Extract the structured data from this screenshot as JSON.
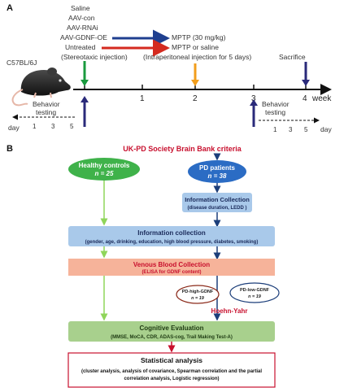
{
  "panel_a": {
    "label": "A",
    "strain": "C57BL/6J",
    "treatments": [
      "Saline",
      "AAV-con",
      "AAV-RNAi",
      "AAV-GDNF-OE",
      "Untreated"
    ],
    "stereotaxic": "(Stereotaxic injection)",
    "mptp": "MPTP (30 mg/kg)",
    "mptp_or_saline": "MPTP or saline",
    "intraperitoneal": "(Intraperitoneal injection for 5 days)",
    "sacrifice": "Sacrifice",
    "weeks": [
      "1",
      "2",
      "3",
      "4"
    ],
    "week_unit": "week",
    "behavior_testing_line1": "Behavior",
    "behavior_testing_line2": "testing",
    "day_label": "day",
    "day_ticks": [
      "1",
      "3",
      "5"
    ],
    "colors": {
      "green": "#1a9a3e",
      "blue": "#1f3f8f",
      "red": "#d42a1f",
      "orange": "#f29e1c",
      "navy": "#2a2a7a"
    }
  },
  "panel_b": {
    "label": "B",
    "criteria": "UK-PD Society Brain Bank criteria",
    "healthy_controls": "Healthy controls",
    "healthy_n": "n = 25",
    "pd_patients": "PD patients",
    "pd_n": "n = 38",
    "info_collection_1_title": "Information Collection",
    "info_collection_1_sub": "(disease duration, LEDD )",
    "info_collection_2_title": "Information collection",
    "info_collection_2_sub": "(gender, age, drinking, education, high blood pressure, diabetes, smoking)",
    "venous_title": "Venous Blood Collection",
    "venous_sub": "(ELISA for GDNF content)",
    "pd_high": "PD-high-GDNF",
    "pd_high_n": "n = 19",
    "pd_low": "PD-low-GDNF",
    "pd_low_n": "n = 19",
    "hoehn_yahr": "Hoehn-Yahr",
    "cognitive_title": "Cognitive Evaluation",
    "cognitive_sub": "(MMSE, MoCA, CDR, ADAS-cog, Trail Making Test-A)",
    "stats_title": "Statistical analysis",
    "stats_line1": "(cluster analysis, analysis of covariance, Spearman correlation and the partial",
    "stats_line2": "correlation analysis, Logistic regression)",
    "colors": {
      "green_fill": "#3fb24a",
      "green_line": "#8fd55a",
      "blue_fill": "#2b6cc4",
      "light_blue": "#a9c9ea",
      "salmon": "#f6b39a",
      "light_green": "#a8d08d",
      "navy_line": "#1c3e7a",
      "red_text": "#c8102e"
    }
  }
}
